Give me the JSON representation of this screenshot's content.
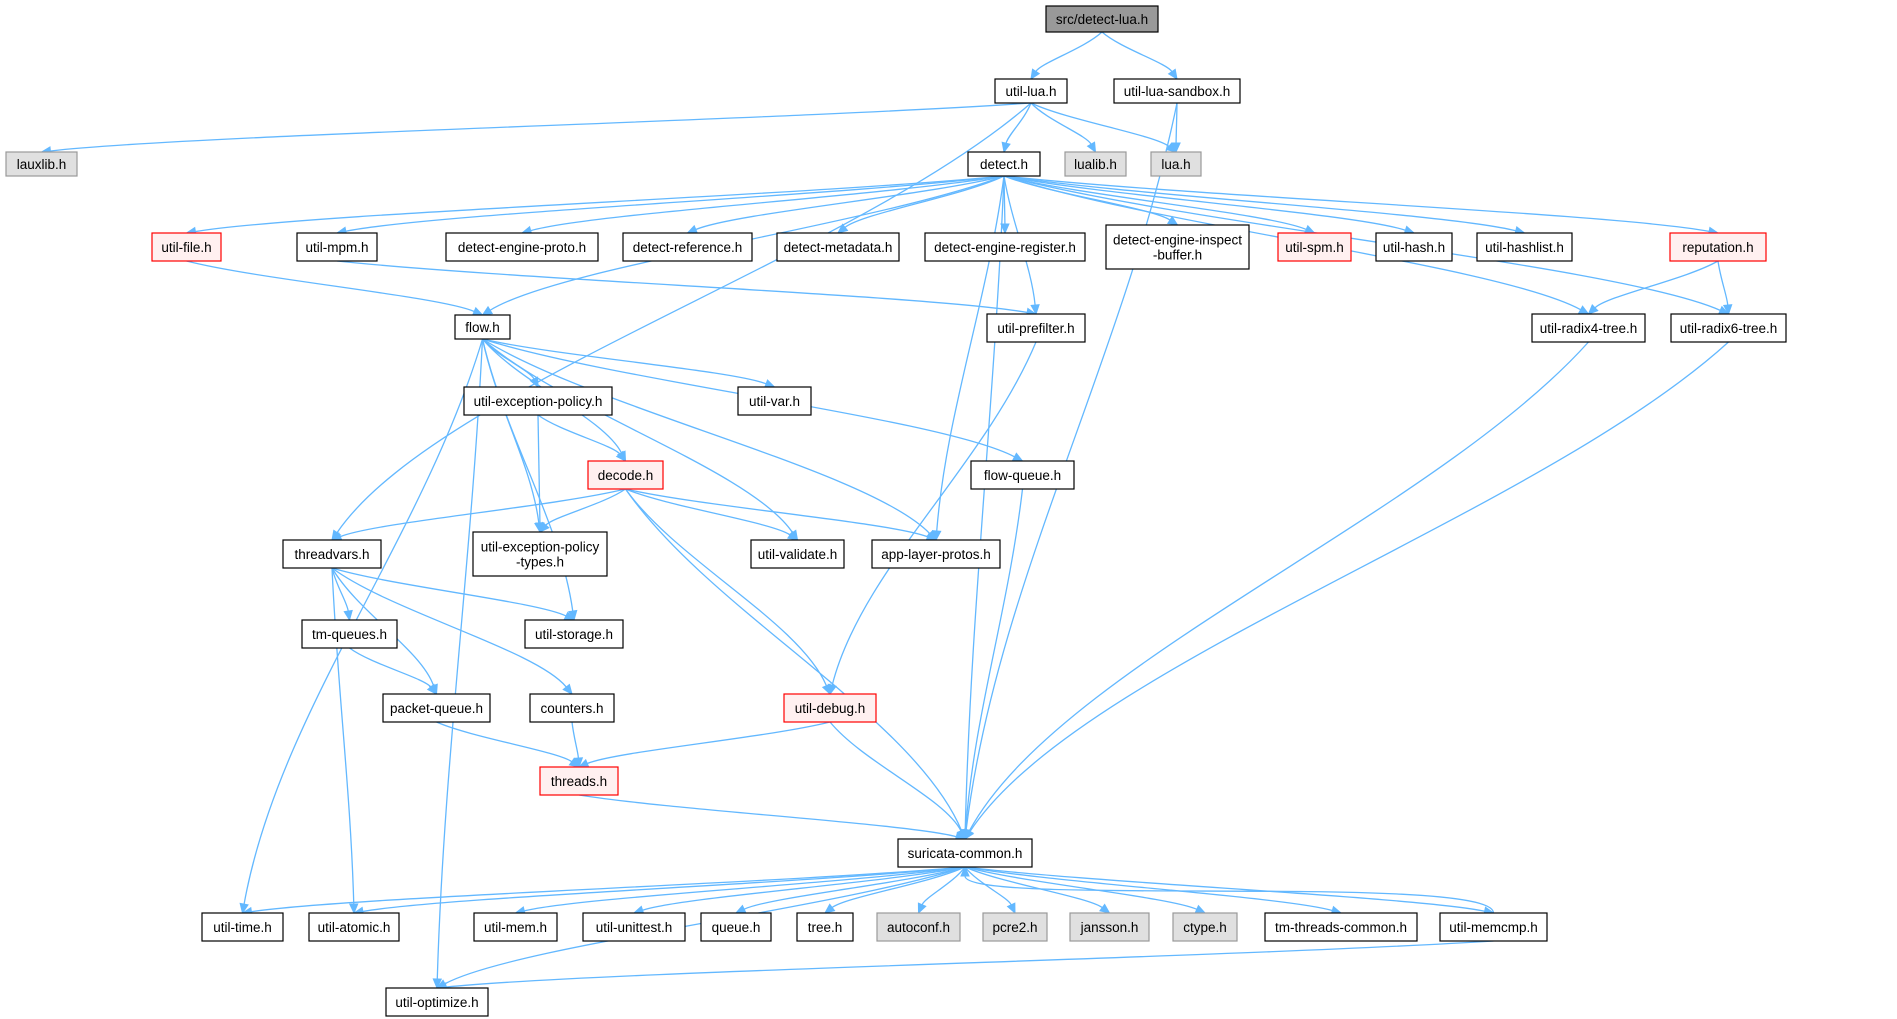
{
  "colors": {
    "edge": "#63b8ff",
    "root_fill": "#999999",
    "normal_fill": "#ffffff",
    "normal_stroke": "#000000",
    "external_fill": "#e0e0e0",
    "external_stroke": "#999999",
    "truncated_stroke": "#ff0000",
    "truncated_fill": "#fff0f0"
  },
  "nodes": [
    {
      "id": "root",
      "label": "src/detect-lua.h",
      "style": "root"
    },
    {
      "id": "util-lua",
      "label": "util-lua.h",
      "style": "normal"
    },
    {
      "id": "util-lua-sandbox",
      "label": "util-lua-sandbox.h",
      "style": "normal"
    },
    {
      "id": "lauxlib",
      "label": "lauxlib.h",
      "style": "external"
    },
    {
      "id": "detect",
      "label": "detect.h",
      "style": "normal"
    },
    {
      "id": "lualib",
      "label": "lualib.h",
      "style": "external"
    },
    {
      "id": "lua",
      "label": "lua.h",
      "style": "external"
    },
    {
      "id": "util-file",
      "label": "util-file.h",
      "style": "truncated"
    },
    {
      "id": "util-mpm",
      "label": "util-mpm.h",
      "style": "normal"
    },
    {
      "id": "detect-engine-proto",
      "label": "detect-engine-proto.h",
      "style": "normal"
    },
    {
      "id": "detect-reference",
      "label": "detect-reference.h",
      "style": "normal"
    },
    {
      "id": "detect-metadata",
      "label": "detect-metadata.h",
      "style": "normal"
    },
    {
      "id": "detect-engine-register",
      "label": "detect-engine-register.h",
      "style": "normal"
    },
    {
      "id": "detect-engine-inspect-buffer",
      "label": "detect-engine-inspect\n-buffer.h",
      "style": "normal"
    },
    {
      "id": "util-spm",
      "label": "util-spm.h",
      "style": "truncated"
    },
    {
      "id": "util-hash",
      "label": "util-hash.h",
      "style": "normal"
    },
    {
      "id": "util-hashlist",
      "label": "util-hashlist.h",
      "style": "normal"
    },
    {
      "id": "reputation",
      "label": "reputation.h",
      "style": "truncated"
    },
    {
      "id": "flow",
      "label": "flow.h",
      "style": "normal"
    },
    {
      "id": "util-prefilter",
      "label": "util-prefilter.h",
      "style": "normal"
    },
    {
      "id": "util-radix4-tree",
      "label": "util-radix4-tree.h",
      "style": "normal"
    },
    {
      "id": "util-radix6-tree",
      "label": "util-radix6-tree.h",
      "style": "normal"
    },
    {
      "id": "util-exception-policy",
      "label": "util-exception-policy.h",
      "style": "normal"
    },
    {
      "id": "util-var",
      "label": "util-var.h",
      "style": "normal"
    },
    {
      "id": "decode",
      "label": "decode.h",
      "style": "truncated"
    },
    {
      "id": "flow-queue",
      "label": "flow-queue.h",
      "style": "normal"
    },
    {
      "id": "threadvars",
      "label": "threadvars.h",
      "style": "normal"
    },
    {
      "id": "util-exception-policy-types",
      "label": "util-exception-policy\n-types.h",
      "style": "normal"
    },
    {
      "id": "util-validate",
      "label": "util-validate.h",
      "style": "normal"
    },
    {
      "id": "app-layer-protos",
      "label": "app-layer-protos.h",
      "style": "normal"
    },
    {
      "id": "tm-queues",
      "label": "tm-queues.h",
      "style": "normal"
    },
    {
      "id": "util-storage",
      "label": "util-storage.h",
      "style": "normal"
    },
    {
      "id": "packet-queue",
      "label": "packet-queue.h",
      "style": "normal"
    },
    {
      "id": "counters",
      "label": "counters.h",
      "style": "normal"
    },
    {
      "id": "util-debug",
      "label": "util-debug.h",
      "style": "truncated"
    },
    {
      "id": "threads",
      "label": "threads.h",
      "style": "truncated"
    },
    {
      "id": "suricata-common",
      "label": "suricata-common.h",
      "style": "normal"
    },
    {
      "id": "util-time",
      "label": "util-time.h",
      "style": "normal"
    },
    {
      "id": "util-atomic",
      "label": "util-atomic.h",
      "style": "normal"
    },
    {
      "id": "util-mem",
      "label": "util-mem.h",
      "style": "normal"
    },
    {
      "id": "util-unittest",
      "label": "util-unittest.h",
      "style": "normal"
    },
    {
      "id": "queue",
      "label": "queue.h",
      "style": "normal"
    },
    {
      "id": "tree",
      "label": "tree.h",
      "style": "normal"
    },
    {
      "id": "autoconf",
      "label": "autoconf.h",
      "style": "external"
    },
    {
      "id": "pcre2",
      "label": "pcre2.h",
      "style": "external"
    },
    {
      "id": "jansson",
      "label": "jansson.h",
      "style": "external"
    },
    {
      "id": "ctype",
      "label": "ctype.h",
      "style": "external"
    },
    {
      "id": "tm-threads-common",
      "label": "tm-threads-common.h",
      "style": "normal"
    },
    {
      "id": "util-memcmp",
      "label": "util-memcmp.h",
      "style": "normal"
    },
    {
      "id": "util-optimize",
      "label": "util-optimize.h",
      "style": "normal"
    }
  ],
  "edges": [
    [
      "root",
      "util-lua"
    ],
    [
      "root",
      "util-lua-sandbox"
    ],
    [
      "util-lua",
      "lauxlib"
    ],
    [
      "util-lua",
      "detect"
    ],
    [
      "util-lua",
      "lualib"
    ],
    [
      "util-lua",
      "lua"
    ],
    [
      "util-lua",
      "threadvars"
    ],
    [
      "util-lua-sandbox",
      "lua"
    ],
    [
      "util-lua-sandbox",
      "suricata-common"
    ],
    [
      "detect",
      "util-file"
    ],
    [
      "detect",
      "util-mpm"
    ],
    [
      "detect",
      "detect-engine-proto"
    ],
    [
      "detect",
      "detect-reference"
    ],
    [
      "detect",
      "detect-metadata"
    ],
    [
      "detect",
      "detect-engine-register"
    ],
    [
      "detect",
      "detect-engine-inspect-buffer"
    ],
    [
      "detect",
      "util-spm"
    ],
    [
      "detect",
      "util-hash"
    ],
    [
      "detect",
      "util-hashlist"
    ],
    [
      "detect",
      "reputation"
    ],
    [
      "detect",
      "flow"
    ],
    [
      "detect",
      "util-prefilter"
    ],
    [
      "detect",
      "util-radix4-tree"
    ],
    [
      "detect",
      "util-radix6-tree"
    ],
    [
      "detect",
      "app-layer-protos"
    ],
    [
      "detect",
      "suricata-common"
    ],
    [
      "util-file",
      "flow"
    ],
    [
      "util-mpm",
      "util-prefilter"
    ],
    [
      "reputation",
      "util-radix4-tree"
    ],
    [
      "reputation",
      "util-radix6-tree"
    ],
    [
      "flow",
      "util-exception-policy"
    ],
    [
      "flow",
      "util-var"
    ],
    [
      "flow",
      "decode"
    ],
    [
      "flow",
      "flow-queue"
    ],
    [
      "flow",
      "util-exception-policy-types"
    ],
    [
      "flow",
      "util-validate"
    ],
    [
      "flow",
      "app-layer-protos"
    ],
    [
      "flow",
      "util-storage"
    ],
    [
      "flow",
      "util-time"
    ],
    [
      "flow",
      "util-optimize"
    ],
    [
      "util-prefilter",
      "util-debug"
    ],
    [
      "util-radix4-tree",
      "suricata-common"
    ],
    [
      "util-radix6-tree",
      "suricata-common"
    ],
    [
      "util-exception-policy",
      "decode"
    ],
    [
      "util-exception-policy",
      "util-exception-policy-types"
    ],
    [
      "decode",
      "threadvars"
    ],
    [
      "decode",
      "util-exception-policy-types"
    ],
    [
      "decode",
      "util-validate"
    ],
    [
      "decode",
      "app-layer-protos"
    ],
    [
      "decode",
      "util-debug"
    ],
    [
      "decode",
      "suricata-common"
    ],
    [
      "flow-queue",
      "suricata-common"
    ],
    [
      "threadvars",
      "tm-queues"
    ],
    [
      "threadvars",
      "util-storage"
    ],
    [
      "threadvars",
      "packet-queue"
    ],
    [
      "threadvars",
      "counters"
    ],
    [
      "threadvars",
      "util-atomic"
    ],
    [
      "tm-queues",
      "packet-queue"
    ],
    [
      "packet-queue",
      "threads"
    ],
    [
      "counters",
      "threads"
    ],
    [
      "util-debug",
      "threads"
    ],
    [
      "util-debug",
      "suricata-common"
    ],
    [
      "threads",
      "suricata-common"
    ],
    [
      "suricata-common",
      "util-time"
    ],
    [
      "suricata-common",
      "util-atomic"
    ],
    [
      "suricata-common",
      "util-mem"
    ],
    [
      "suricata-common",
      "util-unittest"
    ],
    [
      "suricata-common",
      "queue"
    ],
    [
      "suricata-common",
      "tree"
    ],
    [
      "suricata-common",
      "autoconf"
    ],
    [
      "suricata-common",
      "pcre2"
    ],
    [
      "suricata-common",
      "jansson"
    ],
    [
      "suricata-common",
      "ctype"
    ],
    [
      "suricata-common",
      "tm-threads-common"
    ],
    [
      "suricata-common",
      "util-memcmp"
    ],
    [
      "suricata-common",
      "util-optimize"
    ],
    [
      "util-memcmp",
      "suricata-common"
    ],
    [
      "util-memcmp",
      "util-optimize"
    ]
  ]
}
